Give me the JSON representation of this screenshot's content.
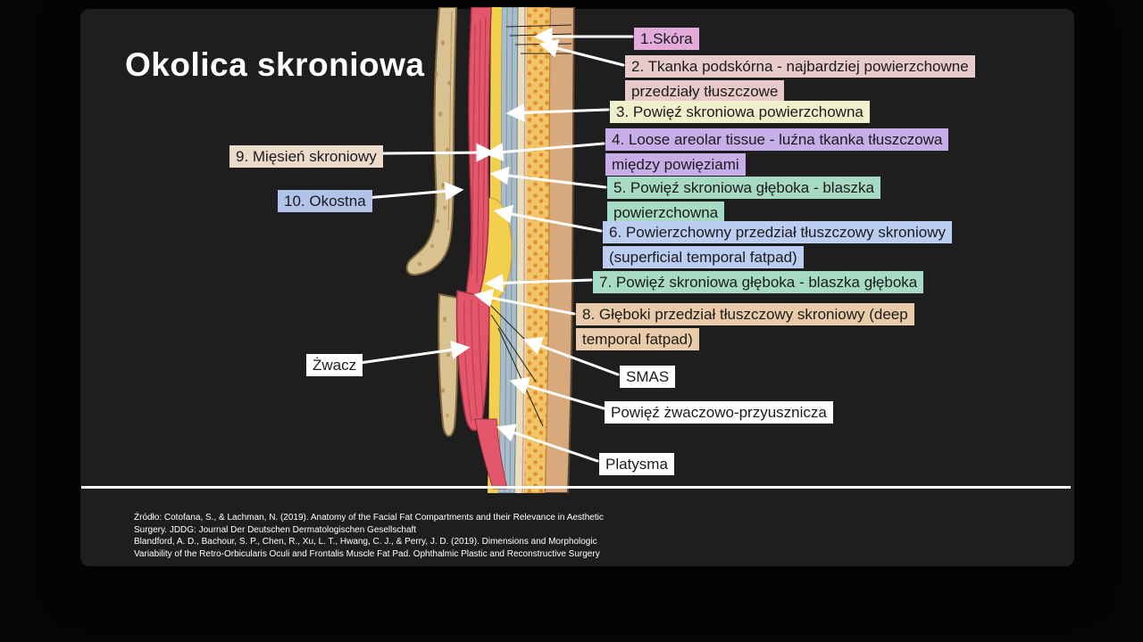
{
  "slide": {
    "title": "Okolica skroniowa",
    "colors": {
      "page_background": "#050505",
      "slide_background": "#1e1e1f",
      "title_text": "#ffffff",
      "label_text": "#1b1b1b",
      "arrow": "#ffffff",
      "divider": "#ffffff"
    }
  },
  "diagram": {
    "name": "temporal-region-tissue-cross-section",
    "layers": {
      "bone": "#dac192",
      "bone_speckle": "#b1945c",
      "muscle": "#e4576a",
      "muscle_streak": "#b23a50",
      "fat": "#f2cf4d",
      "fascia_blue": "#a9bcca",
      "fascia_cream": "#eadfba",
      "subcutaneous_fat": "#f2c468",
      "fat_dots": "#df8f2e",
      "skin": "#d9a97e"
    }
  },
  "labels": [
    {
      "key": "skora",
      "text": "1.Skóra",
      "bg": "#e2abdc"
    },
    {
      "key": "tkanka-podskorna",
      "text": "2. Tkanka podskórna - najbardziej powierzchowne przedziały tłuszczowe",
      "bg": "#e8caca"
    },
    {
      "key": "powiez-skroniowa-powierzchowna",
      "text": "3. Powięź skroniowa powierzchowna",
      "bg": "#f0f0cd"
    },
    {
      "key": "loose-areolar-tissue",
      "text": "4. Loose areolar tissue - luźna tkanka tłuszczowa między powięziami",
      "bg": "#c8aee8"
    },
    {
      "key": "powiez-gleboka-blaszka-powierzchowna",
      "text": "5. Powięź skroniowa głęboka - blaszka powierzchowna",
      "bg": "#a7dac4"
    },
    {
      "key": "powierzchowny-przedzial-tluszczowy",
      "text": "6. Powierzchowny przedział tłuszczowy skroniowy (superficial temporal fatpad)",
      "bg": "#bccdf2"
    },
    {
      "key": "powiez-gleboka-blaszka-gleboka",
      "text": "7. Powięź skroniowa głęboka - blaszka głęboka",
      "bg": "#a7dac4"
    },
    {
      "key": "gleboki-przedzial-tluszczowy",
      "text": "8. Głęboki przedział tłuszczowy skroniowy (deep temporal fatpad)",
      "bg": "#eacba9"
    },
    {
      "key": "smas",
      "text": "SMAS",
      "bg": "#ffffff"
    },
    {
      "key": "powiez-zwaczowo-przyusznicza",
      "text": "Powięź żwaczowo-przyusznicza",
      "bg": "#ffffff"
    },
    {
      "key": "platysma",
      "text": "Platysma",
      "bg": "#ffffff"
    },
    {
      "key": "miesien-skroniowy",
      "text": "9. Mięsień skroniowy",
      "bg": "#ecdacb"
    },
    {
      "key": "okostna",
      "text": "10. Okostna",
      "bg": "#b2c3ea"
    },
    {
      "key": "zwacz",
      "text": "Żwacz",
      "bg": "#ffffff"
    }
  ],
  "footer": {
    "citation_lines": [
      "Źródło: Cotofana, S., & Lachman, N. (2019). Anatomy of the Facial Fat Compartments and their Relevance in Aesthetic",
      "Surgery. JDDG: Journal Der Deutschen Dermatologischen Gesellschaft",
      "Blandford, A. D., Bachour, S. P., Chen, R., Xu, L. T., Hwang, C. J., & Perry, J. D. (2019). Dimensions and Morphologic",
      "Variability of the Retro-Orbicularis Oculi and Frontalis Muscle Fat Pad. Ophthalmic Plastic and Reconstructive Surgery"
    ]
  }
}
